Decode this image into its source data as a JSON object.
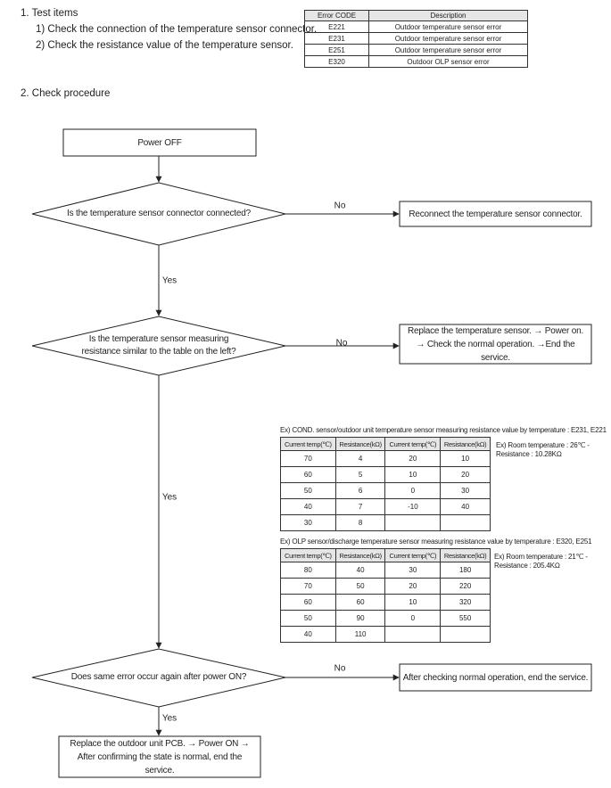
{
  "section1": {
    "title": "1.  Test items",
    "items": [
      "1) Check the connection of the temperature sensor connector.",
      "2) Check the resistance value of the temperature sensor."
    ]
  },
  "error_table": {
    "headers": [
      "Error CODE",
      "Description"
    ],
    "rows": [
      [
        "E221",
        "Outdoor temperature sensor error"
      ],
      [
        "E231",
        "Outdoor temperature sensor error"
      ],
      [
        "E251",
        "Outdoor temperature sensor error"
      ],
      [
        "E320",
        "Outdoor OLP sensor error"
      ]
    ]
  },
  "section2": {
    "title": "2.  Check procedure"
  },
  "flow": {
    "start": "Power OFF",
    "q1": "Is the temperature sensor connector connected?",
    "q1_no_action": "Reconnect the temperature sensor connector.",
    "q2": "Is the temperature sensor measuring resistance similar to the table on the left?",
    "q2_no_action": "Replace the temperature sensor. → Power on. → Check the normal operation. →End the service.",
    "q3": "Does same error occur again after power ON?",
    "q3_no_action": "After checking normal operation, end the service.",
    "end": "Replace the outdoor unit PCB. → Power ON → After confirming the state is normal, end the service.",
    "labels": {
      "no": "No",
      "yes": "Yes"
    }
  },
  "cond_table": {
    "caption": "Ex) COND. sensor/outdoor unit temperature sensor measuring resistance value by temperature : E231, E221",
    "headers": [
      "Current temp(℃)",
      "Resistance(kΩ)",
      "Current temp(℃)",
      "Resistance(kΩ)"
    ],
    "rows": [
      [
        "70",
        "4",
        "20",
        "10"
      ],
      [
        "60",
        "5",
        "10",
        "20"
      ],
      [
        "50",
        "6",
        "0",
        "30"
      ],
      [
        "40",
        "7",
        "-10",
        "40"
      ],
      [
        "30",
        "8",
        "",
        ""
      ]
    ],
    "note": "Ex) Room temperature : 26℃ - Resistance : 10.28KΩ"
  },
  "olp_table": {
    "caption": "Ex) OLP sensor/discharge temperature sensor measuring resistance value by temperature : E320, E251",
    "headers": [
      "Current temp(℃)",
      "Resistance(kΩ)",
      "Current temp(℃)",
      "Resistance(kΩ)"
    ],
    "rows": [
      [
        "80",
        "40",
        "30",
        "180"
      ],
      [
        "70",
        "50",
        "20",
        "220"
      ],
      [
        "60",
        "60",
        "10",
        "320"
      ],
      [
        "50",
        "90",
        "0",
        "550"
      ],
      [
        "40",
        "110",
        "",
        ""
      ]
    ],
    "note": "Ex) Room temperature : 21℃ - Resistance : 205.4KΩ"
  }
}
